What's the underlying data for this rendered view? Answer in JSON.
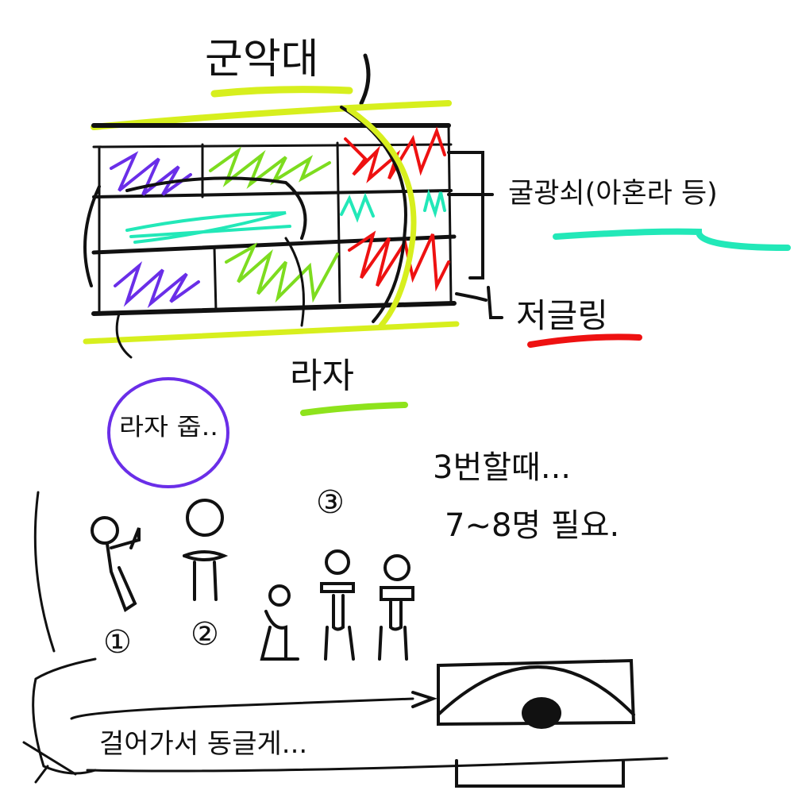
{
  "labels": {
    "title": "군악대",
    "side_top": "굴광쇠(아혼라 등)",
    "side_bottom": "저글링",
    "bottom_center": "라자",
    "circle_note": "라자 줍..",
    "note_line1": "3번할때...",
    "note_line2": "7~8명 필요.",
    "bottom_note": "걸어가서 동글게...",
    "num1": "①",
    "num2": "②",
    "num3": "③"
  },
  "colors": {
    "ink": "#111111",
    "underline_yellow": "#d7ef1e",
    "underline_cyan": "#22e8b8",
    "underline_red": "#ee1111",
    "underline_green": "#8ee31c",
    "purple": "#6a2ee8",
    "green": "#7ddc1f",
    "red": "#ee1111",
    "cyan": "#22e8b8"
  }
}
